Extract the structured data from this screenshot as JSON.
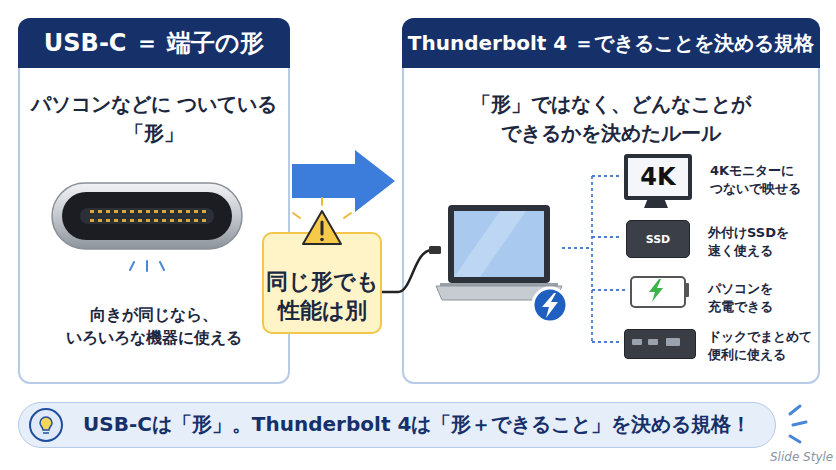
{
  "diagram": {
    "nodes": [
      {
        "text": [
          "USB-C ＝ 端子の形",
          "パソコンなどに ついている「形」",
          "向きが同じなら、 いろいろな機器に使える"
        ]
      },
      {
        "text": [
          "同じ形でも 性能は別"
        ]
      },
      {
        "text": [
          "Thunderbolt 4 ＝できることを決める規格",
          "「形」ではなく、どんなことが できるかを決めたルール"
        ]
      },
      {
        "text": [
          "4K",
          "4Kモニターに つないで映せる"
        ],
        "in": 2
      },
      {
        "text": [
          "SSD",
          "外付けSSDを 速く使える"
        ],
        "in": 2
      },
      {
        "text": [
          "パソコンを 充電できる"
        ],
        "in": 2
      },
      {
        "text": [
          "ドックでまとめて 便利に使える"
        ],
        "in": 2
      },
      {
        "text": [
          "USB-Cは「形」。Thunderbolt 4は「形＋できること」を決める規格！"
        ]
      }
    ],
    "edges": [
      {
        "from": 0,
        "to": 2,
        "arrow": "to"
      }
    ],
    "labels": [
      "Slide Style"
    ]
  }
}
